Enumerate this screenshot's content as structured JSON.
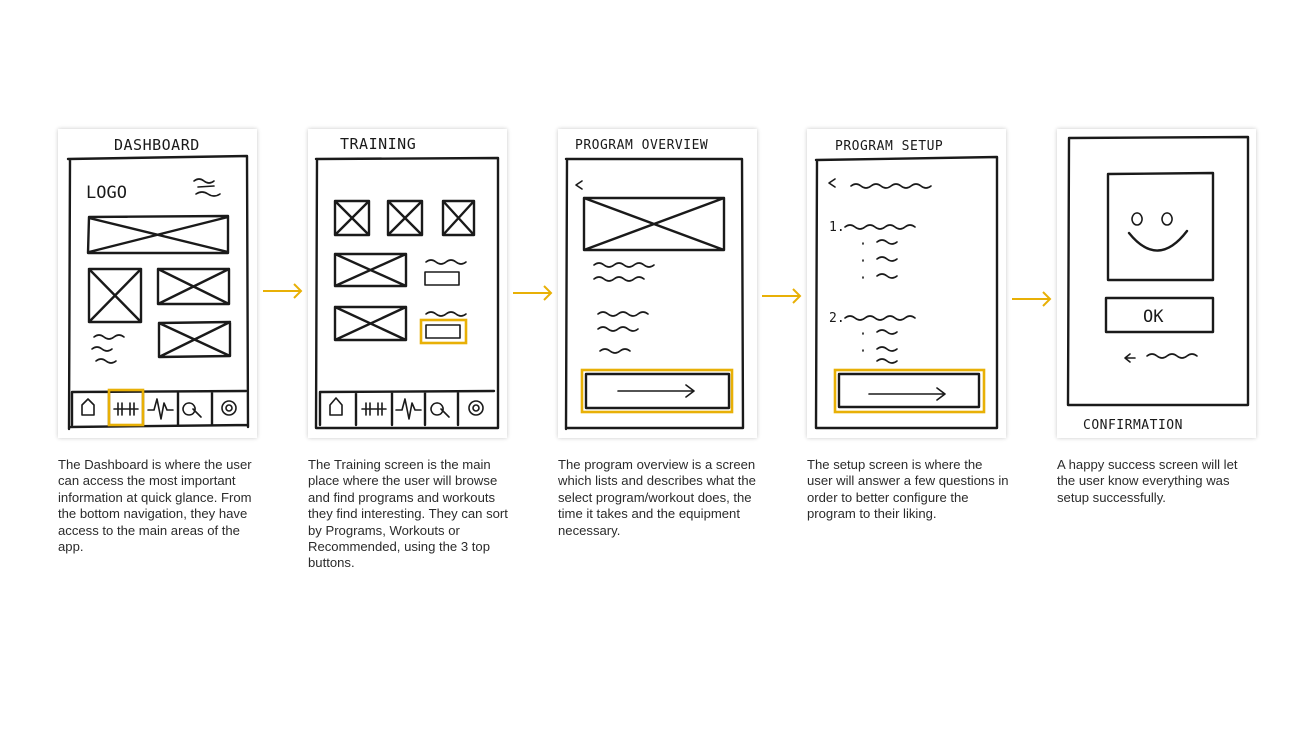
{
  "accent_color": "#e8b006",
  "screens": [
    {
      "title": "DASHBOARD",
      "logo": "LOGO",
      "description": "The Dashboard is where the user can access the most important information at quick glance. From the bottom navigation, they have access to the main areas of the app."
    },
    {
      "title": "TRAINING",
      "description": "The Training screen is the main place where the user will browse and find programs and workouts they find interesting. They can sort by Programs, Workouts or Recommended, using the 3 top buttons."
    },
    {
      "title": "PROGRAM OVERVIEW",
      "description": "The program overview is a screen which lists and describes what the select program/workout does, the time it takes and the equipment necessary."
    },
    {
      "title": "PROGRAM SETUP",
      "step_1": "1.",
      "step_2": "2.",
      "description": "The setup screen is where the user will answer a few questions in order to better configure the program to their liking."
    },
    {
      "title": "CONFIRMATION",
      "button": "OK",
      "description": "A happy success screen will let the user know everything was setup successfully."
    }
  ]
}
